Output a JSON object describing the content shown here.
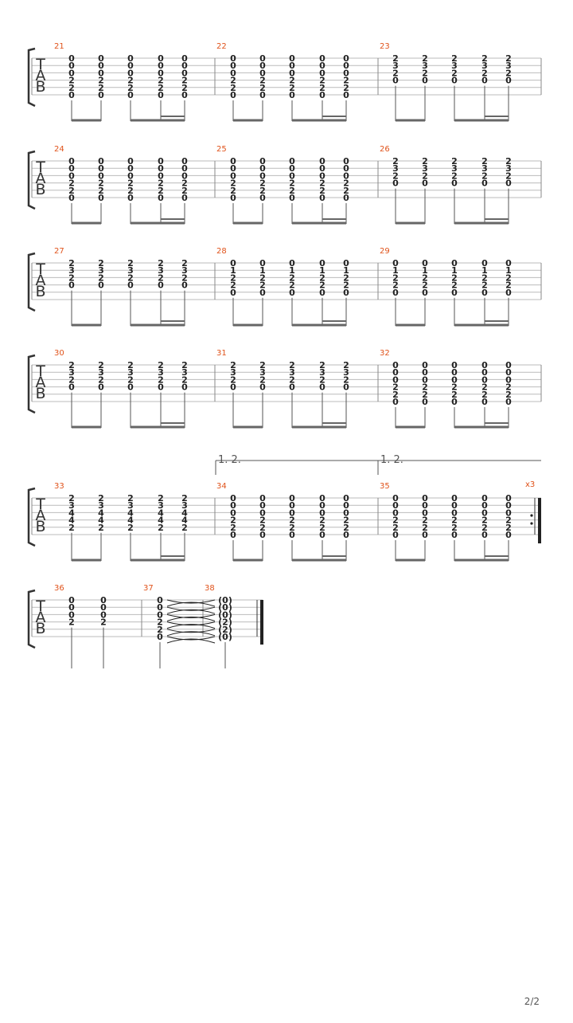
{
  "document": {
    "page_number": "2/2",
    "clef_label": [
      "T",
      "A",
      "B"
    ],
    "systems": [
      {
        "measures": [
          {
            "number": "21",
            "chords": [
              [
                "0",
                "0",
                "0",
                "2",
                "2",
                "0"
              ],
              [
                "0",
                "0",
                "0",
                "2",
                "2",
                "0"
              ],
              [
                "0",
                "0",
                "0",
                "2",
                "2",
                "0"
              ],
              [
                "0",
                "0",
                "0",
                "2",
                "2",
                "0"
              ],
              [
                "0",
                "0",
                "0",
                "2",
                "2",
                "0"
              ]
            ]
          },
          {
            "number": "22",
            "chords": [
              [
                "0",
                "0",
                "0",
                "2",
                "2",
                "0"
              ],
              [
                "0",
                "0",
                "0",
                "2",
                "2",
                "0"
              ],
              [
                "0",
                "0",
                "0",
                "2",
                "2",
                "0"
              ],
              [
                "0",
                "0",
                "0",
                "2",
                "2",
                "0"
              ],
              [
                "0",
                "0",
                "0",
                "2",
                "2",
                "0"
              ]
            ]
          },
          {
            "number": "23",
            "chords": [
              [
                "2",
                "3",
                "2",
                "0",
                "",
                ""
              ],
              [
                "2",
                "3",
                "2",
                "0",
                "",
                ""
              ],
              [
                "2",
                "3",
                "2",
                "0",
                "",
                ""
              ],
              [
                "2",
                "3",
                "2",
                "0",
                "",
                ""
              ],
              [
                "2",
                "3",
                "2",
                "0",
                "",
                ""
              ]
            ]
          }
        ]
      },
      {
        "measures": [
          {
            "number": "24",
            "chords": [
              [
                "0",
                "0",
                "0",
                "2",
                "2",
                "0"
              ],
              [
                "0",
                "0",
                "0",
                "2",
                "2",
                "0"
              ],
              [
                "0",
                "0",
                "0",
                "2",
                "2",
                "0"
              ],
              [
                "0",
                "0",
                "0",
                "2",
                "2",
                "0"
              ],
              [
                "0",
                "0",
                "0",
                "2",
                "2",
                "0"
              ]
            ]
          },
          {
            "number": "25",
            "chords": [
              [
                "0",
                "0",
                "0",
                "2",
                "2",
                "0"
              ],
              [
                "0",
                "0",
                "0",
                "2",
                "2",
                "0"
              ],
              [
                "0",
                "0",
                "0",
                "2",
                "2",
                "0"
              ],
              [
                "0",
                "0",
                "0",
                "2",
                "2",
                "0"
              ],
              [
                "0",
                "0",
                "0",
                "2",
                "2",
                "0"
              ]
            ]
          },
          {
            "number": "26",
            "chords": [
              [
                "2",
                "3",
                "2",
                "0",
                "",
                ""
              ],
              [
                "2",
                "3",
                "2",
                "0",
                "",
                ""
              ],
              [
                "2",
                "3",
                "2",
                "0",
                "",
                ""
              ],
              [
                "2",
                "3",
                "2",
                "0",
                "",
                ""
              ],
              [
                "2",
                "3",
                "2",
                "0",
                "",
                ""
              ]
            ]
          }
        ]
      },
      {
        "measures": [
          {
            "number": "27",
            "chords": [
              [
                "2",
                "3",
                "2",
                "0",
                "",
                ""
              ],
              [
                "2",
                "3",
                "2",
                "0",
                "",
                ""
              ],
              [
                "2",
                "3",
                "2",
                "0",
                "",
                ""
              ],
              [
                "2",
                "3",
                "2",
                "0",
                "",
                ""
              ],
              [
                "2",
                "3",
                "2",
                "0",
                "",
                ""
              ]
            ]
          },
          {
            "number": "28",
            "chords": [
              [
                "0",
                "1",
                "2",
                "2",
                "0",
                ""
              ],
              [
                "0",
                "1",
                "2",
                "2",
                "0",
                ""
              ],
              [
                "0",
                "1",
                "2",
                "2",
                "0",
                ""
              ],
              [
                "0",
                "1",
                "2",
                "2",
                "0",
                ""
              ],
              [
                "0",
                "1",
                "2",
                "2",
                "0",
                ""
              ]
            ]
          },
          {
            "number": "29",
            "chords": [
              [
                "0",
                "1",
                "2",
                "2",
                "0",
                ""
              ],
              [
                "0",
                "1",
                "2",
                "2",
                "0",
                ""
              ],
              [
                "0",
                "1",
                "2",
                "2",
                "0",
                ""
              ],
              [
                "0",
                "1",
                "2",
                "2",
                "0",
                ""
              ],
              [
                "0",
                "1",
                "2",
                "2",
                "0",
                ""
              ]
            ]
          }
        ]
      },
      {
        "measures": [
          {
            "number": "30",
            "chords": [
              [
                "2",
                "3",
                "2",
                "0",
                "",
                ""
              ],
              [
                "2",
                "3",
                "2",
                "0",
                "",
                ""
              ],
              [
                "2",
                "3",
                "2",
                "0",
                "",
                ""
              ],
              [
                "2",
                "3",
                "2",
                "0",
                "",
                ""
              ],
              [
                "2",
                "3",
                "2",
                "0",
                "",
                ""
              ]
            ]
          },
          {
            "number": "31",
            "chords": [
              [
                "2",
                "3",
                "2",
                "0",
                "",
                ""
              ],
              [
                "2",
                "3",
                "2",
                "0",
                "",
                ""
              ],
              [
                "2",
                "3",
                "2",
                "0",
                "",
                ""
              ],
              [
                "2",
                "3",
                "2",
                "0",
                "",
                ""
              ],
              [
                "2",
                "3",
                "2",
                "0",
                "",
                ""
              ]
            ]
          },
          {
            "number": "32",
            "chords": [
              [
                "0",
                "0",
                "0",
                "2",
                "2",
                "0"
              ],
              [
                "0",
                "0",
                "0",
                "2",
                "2",
                "0"
              ],
              [
                "0",
                "0",
                "0",
                "2",
                "2",
                "0"
              ],
              [
                "0",
                "0",
                "0",
                "2",
                "2",
                "0"
              ],
              [
                "0",
                "0",
                "0",
                "2",
                "2",
                "0"
              ]
            ]
          }
        ]
      },
      {
        "voltas": [
          "1. 2.",
          "1. 2."
        ],
        "repeat_text": "x3",
        "measures": [
          {
            "number": "33",
            "chords": [
              [
                "2",
                "3",
                "4",
                "4",
                "2",
                ""
              ],
              [
                "2",
                "3",
                "4",
                "4",
                "2",
                ""
              ],
              [
                "2",
                "3",
                "4",
                "4",
                "2",
                ""
              ],
              [
                "2",
                "3",
                "4",
                "4",
                "2",
                ""
              ],
              [
                "2",
                "3",
                "4",
                "4",
                "2",
                ""
              ]
            ]
          },
          {
            "number": "34",
            "chords": [
              [
                "0",
                "0",
                "0",
                "2",
                "2",
                "0"
              ],
              [
                "0",
                "0",
                "0",
                "2",
                "2",
                "0"
              ],
              [
                "0",
                "0",
                "0",
                "2",
                "2",
                "0"
              ],
              [
                "0",
                "0",
                "0",
                "2",
                "2",
                "0"
              ],
              [
                "0",
                "0",
                "0",
                "2",
                "2",
                "0"
              ]
            ]
          },
          {
            "number": "35",
            "chords": [
              [
                "0",
                "0",
                "0",
                "2",
                "2",
                "0"
              ],
              [
                "0",
                "0",
                "0",
                "2",
                "2",
                "0"
              ],
              [
                "0",
                "0",
                "0",
                "2",
                "2",
                "0"
              ],
              [
                "0",
                "0",
                "0",
                "2",
                "2",
                "0"
              ],
              [
                "0",
                "0",
                "0",
                "2",
                "2",
                "0"
              ]
            ]
          }
        ]
      },
      {
        "measures": [
          {
            "number": "36",
            "chords": [
              [
                "0",
                "0",
                "0",
                "2",
                "",
                ""
              ],
              [
                "0",
                "0",
                "0",
                "2",
                "",
                ""
              ]
            ]
          },
          {
            "number": "37",
            "chords": [
              [
                "0",
                "0",
                "0",
                "2",
                "2",
                "0"
              ]
            ]
          },
          {
            "number": "38",
            "chords": [
              [
                "(0)",
                "(0)",
                "(0)",
                "(2)",
                "(2)",
                "(0)"
              ]
            ]
          }
        ]
      }
    ]
  }
}
